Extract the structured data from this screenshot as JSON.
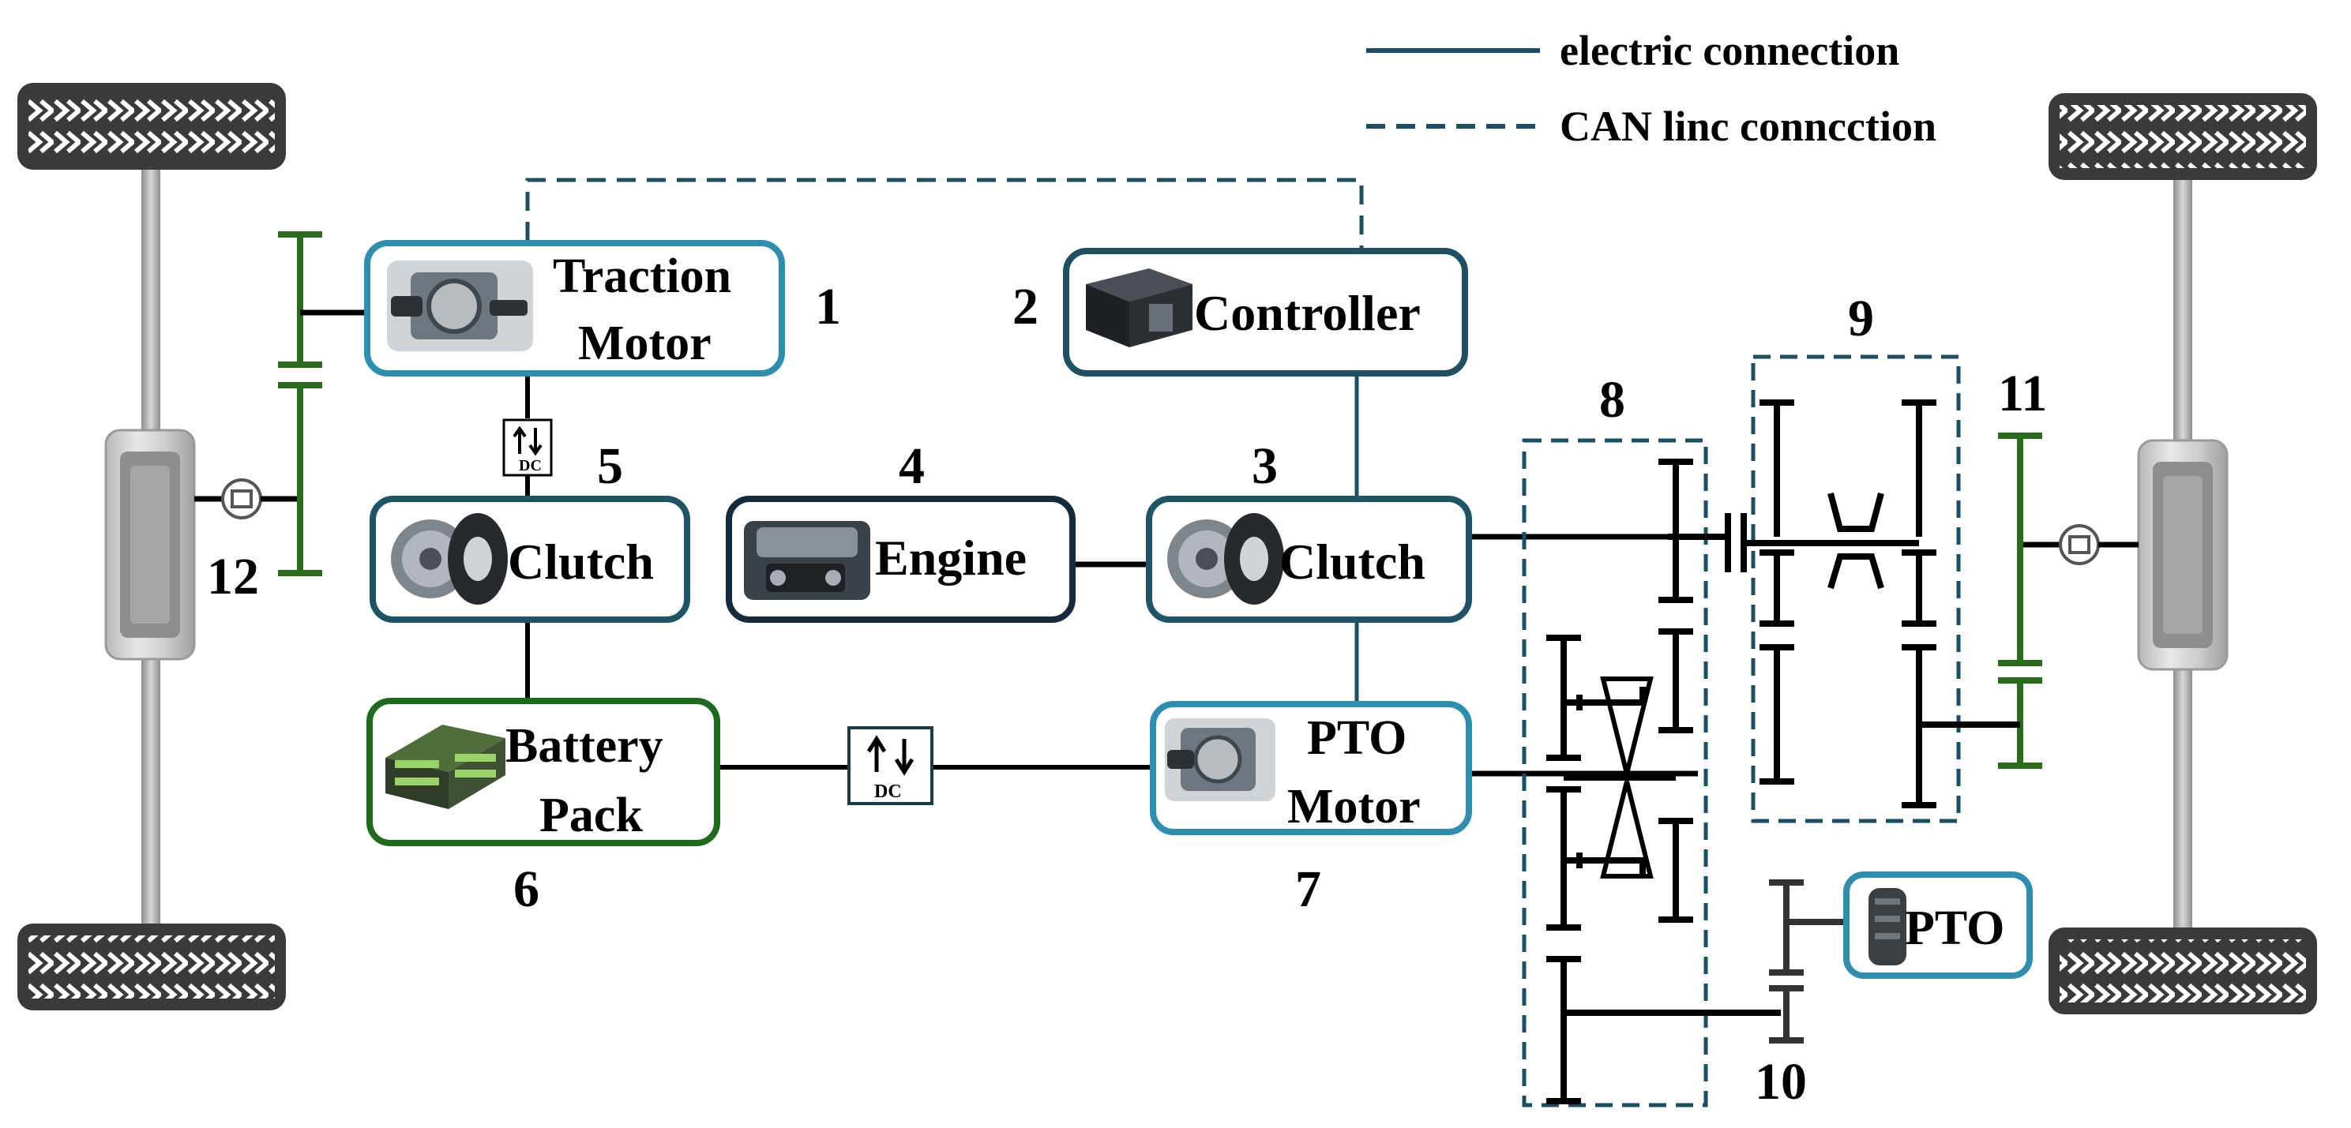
{
  "legend": {
    "electric": "electric connection",
    "can": "CAN linc conncction"
  },
  "components": {
    "traction_motor": {
      "line1": "Traction",
      "line2": "Motor",
      "number": "1"
    },
    "controller": {
      "label": "Controller",
      "number": "2"
    },
    "clutch_engine": {
      "label": "Clutch",
      "number": "3"
    },
    "engine": {
      "label": "Engine",
      "number": "4"
    },
    "clutch_traction": {
      "label": "Clutch",
      "number": "5"
    },
    "battery": {
      "line1": "Battery",
      "line2": "Pack",
      "number": "6"
    },
    "pto_motor": {
      "line1": "PTO",
      "line2": "Motor",
      "number": "7"
    },
    "gearbox_8": {
      "number": "8"
    },
    "gearbox_9": {
      "number": "9"
    },
    "pto_gear": {
      "number": "10"
    },
    "final_drive_rear": {
      "number": "11"
    },
    "final_drive_front": {
      "number": "12"
    },
    "pto": {
      "label": "PTO"
    }
  },
  "dc_converter": {
    "label": "DC"
  },
  "colors": {
    "traction_motor_border": "#2e8eb0",
    "controller_border": "#1e4f62",
    "clutch_border": "#1e5368",
    "engine_border": "#152b3d",
    "battery_border": "#1f6a1f",
    "pto_motor_border": "#2e8eb0",
    "pto_border": "#2e8eb0",
    "electric_line": "#1b4f66",
    "can_line": "#1b4f66",
    "gear_green": "#2a6b1e",
    "gear_black": "#000000"
  },
  "icons": [
    "tire-icon",
    "wheel-icon",
    "differential-icon",
    "motor-icon",
    "controller-icon",
    "clutch-icon",
    "engine-icon",
    "battery-icon",
    "pto-shaft-icon",
    "dc-converter-icon"
  ]
}
